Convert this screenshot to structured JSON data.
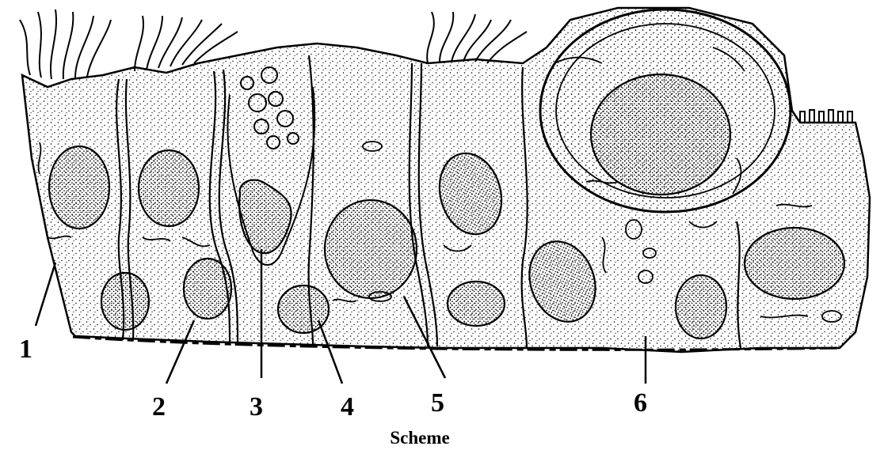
{
  "labels": [
    "1",
    "2",
    "3",
    "4",
    "5",
    "6"
  ],
  "caption": "Scheme"
}
